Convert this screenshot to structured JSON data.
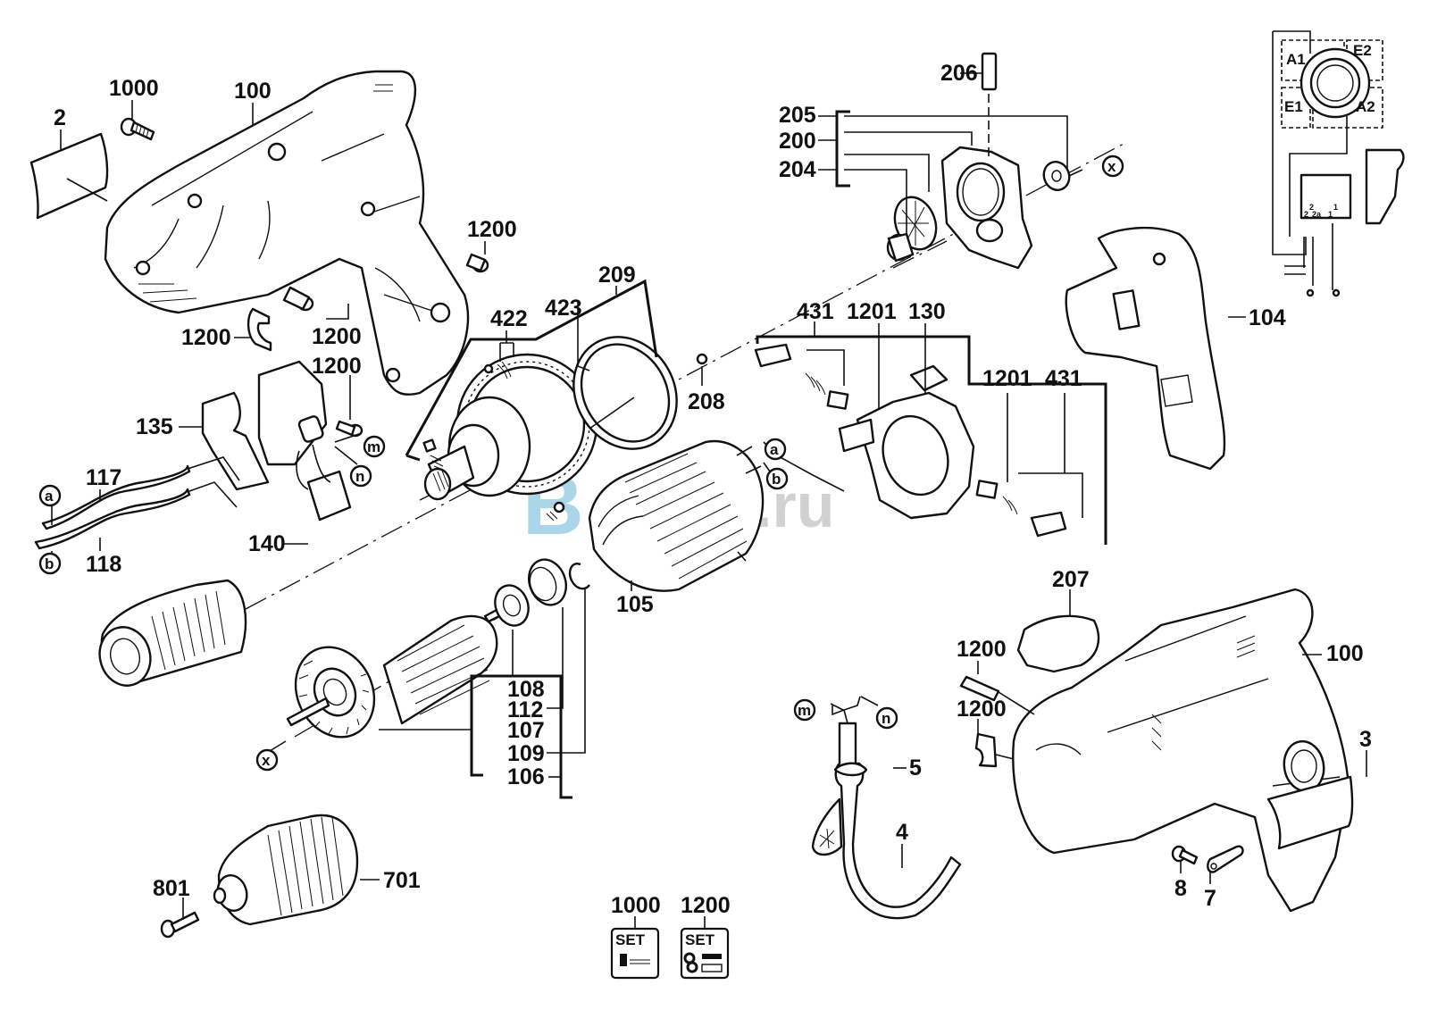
{
  "diagram": {
    "type": "exploded-parts-diagram",
    "subject": "drill",
    "watermark": {
      "prefix": "B",
      "text": "KO.ru",
      "accent_color": "#5aaed6"
    },
    "part_labels": {
      "p2": "2",
      "p1000_top": "1000",
      "p100_top": "100",
      "p1200_a": "1200",
      "p1200_b": "1200",
      "p1200_c": "1200",
      "p1200_d": "1200",
      "p135": "135",
      "p117": "117",
      "p118": "118",
      "p140": "140",
      "p209": "209",
      "p422": "422",
      "p423": "423",
      "p208": "208",
      "p105": "105",
      "p206": "206",
      "p205": "205",
      "p200": "200",
      "p204": "204",
      "p431_a": "431",
      "p1201_a": "1201",
      "p130": "130",
      "p1201_b": "1201",
      "p431_b": "431",
      "p104": "104",
      "p108": "108",
      "p112": "112",
      "p107": "107",
      "p109": "109",
      "p106": "106",
      "p207": "207",
      "p1200_e": "1200",
      "p1200_f": "1200",
      "p100_bottom": "100",
      "p5": "5",
      "p4": "4",
      "p3": "3",
      "p8": "8",
      "p7": "7",
      "p801": "801",
      "p701": "701"
    },
    "connection_markers": {
      "a_left": "a",
      "b_left": "b",
      "a_stator": "a",
      "b_stator": "b",
      "m_switch": "m",
      "n_switch": "n",
      "m_cord": "m",
      "n_cord": "n",
      "x_armature": "x",
      "x_gearbox": "x"
    },
    "set_kits": [
      {
        "number": "1000",
        "label": "SET"
      },
      {
        "number": "1200",
        "label": "SET"
      }
    ],
    "wiring_schematic": {
      "zones": [
        "A1",
        "E2",
        "E1",
        "A2"
      ],
      "switch_terminals": [
        "2",
        "2",
        "2a",
        "1",
        "1"
      ]
    }
  }
}
